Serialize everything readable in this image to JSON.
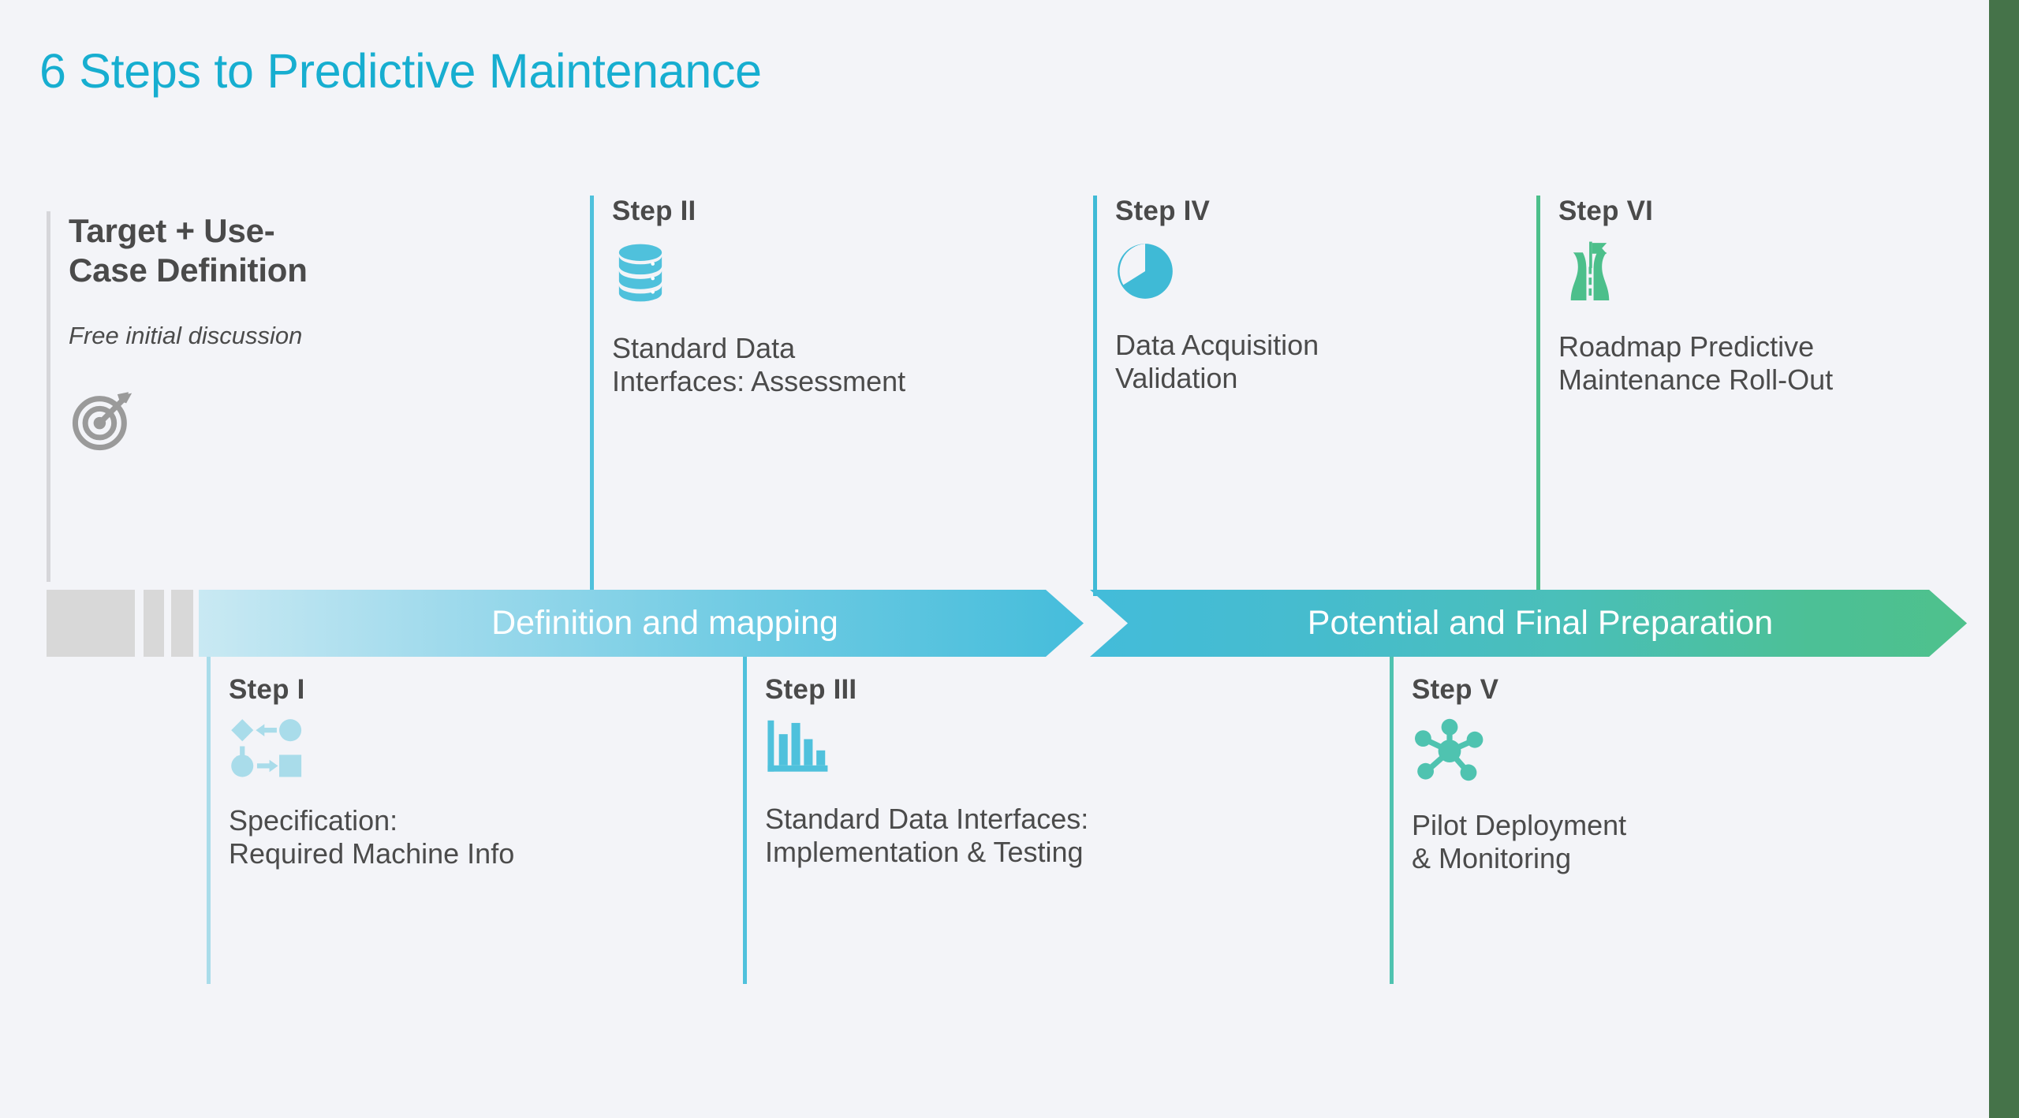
{
  "page": {
    "title": "6 Steps to Predictive Maintenance",
    "accent_cyan": "#17aed0",
    "accent_green": "#4ec18c",
    "background": "#f3f4f8",
    "edge_strip_color": "#457349"
  },
  "intro": {
    "title": "Target + Use-\nCase Definition",
    "subtitle": "Free initial discussion",
    "icon": "target-icon",
    "icon_color": "#9a9a9a",
    "line_color": "#d6d6da"
  },
  "banner": {
    "segments": [
      {
        "label": "Definition and mapping",
        "gradient_from": "#c9e9f3",
        "gradient_to": "#45bddb"
      },
      {
        "label": "Potential and Final Preparation",
        "gradient_from": "#43bcda",
        "gradient_to": "#4ec18c"
      }
    ],
    "lead_blocks_color": "#d8d8d8"
  },
  "steps_top": [
    {
      "label": "Step II",
      "description": "Standard Data\nInterfaces: Assessment",
      "icon": "database-icon",
      "icon_color": "#4fc1dc",
      "line_color": "#4fc1dc"
    },
    {
      "label": "Step IV",
      "description": "Data Acquisition\nValidation",
      "icon": "pie-chart-icon",
      "icon_color": "#3fbad6",
      "line_color": "#3fbad6"
    },
    {
      "label": "Step VI",
      "description": "Roadmap Predictive\nMaintenance Roll-Out",
      "icon": "road-flag-icon",
      "icon_color": "#4cbf8b",
      "line_color": "#4cbf8b"
    }
  ],
  "steps_bottom": [
    {
      "label": "Step I",
      "description": "Specification:\nRequired Machine Info",
      "icon": "flowchart-icon",
      "icon_color": "#a9dcea",
      "line_color": "#a9dcea"
    },
    {
      "label": "Step III",
      "description": "Standard Data Interfaces:\nImplementation & Testing",
      "icon": "bar-chart-icon",
      "icon_color": "#4fc1dc",
      "line_color": "#4fc1dc"
    },
    {
      "label": "Step V",
      "description": "Pilot Deployment\n& Monitoring",
      "icon": "network-hub-icon",
      "icon_color": "#4fc3b0",
      "line_color": "#4fc3b0"
    }
  ]
}
